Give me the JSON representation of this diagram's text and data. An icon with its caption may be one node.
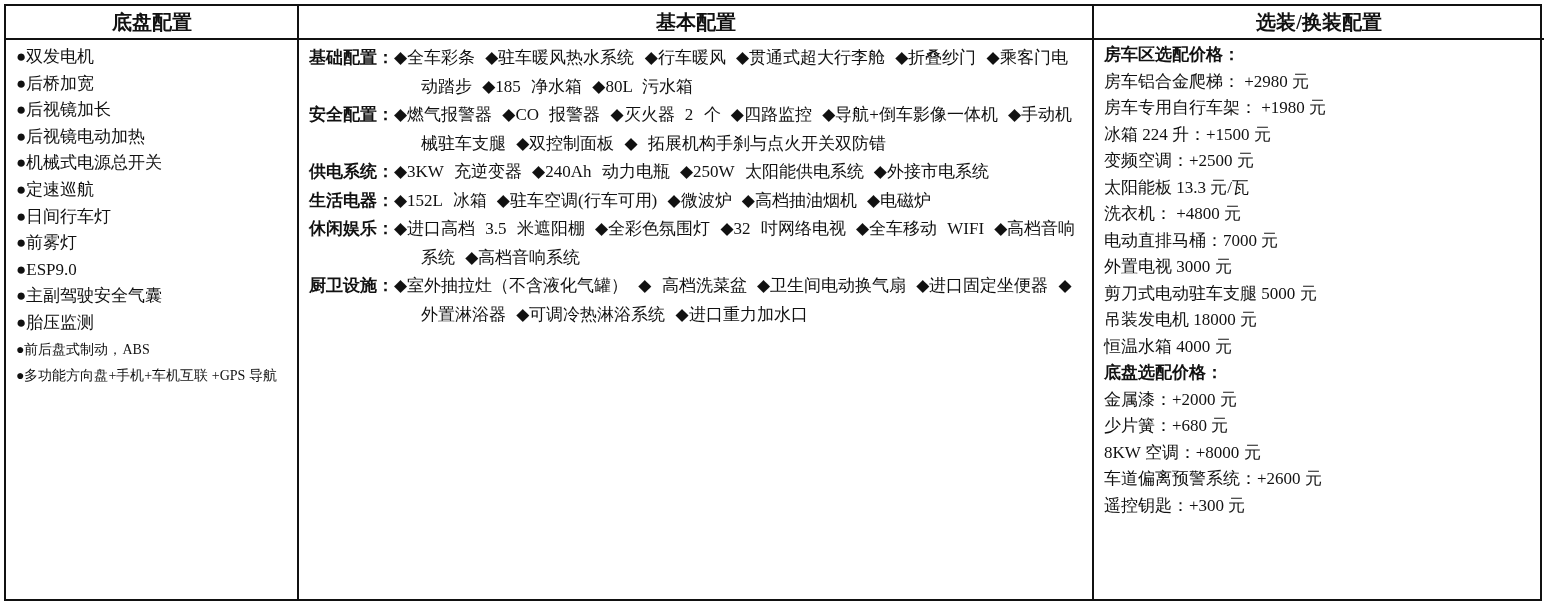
{
  "diagram": {
    "nodes": [
      {
        "text": [
          "底盘配置"
        ]
      },
      {
        "text": [
          "基本配置"
        ]
      },
      {
        "text": [
          "选装/换装配置"
        ]
      },
      {
        "text": [
          "●双发电机",
          "●后桥加宽",
          "●后视镜加长",
          "●后视镜电动加热",
          "●机械式电源总开关",
          "●定速巡航",
          "●日间行车灯",
          "●前雾灯",
          "●ESP9.0",
          "●主副驾驶安全气囊",
          "●胎压监测",
          "●前后盘式制动，ABS",
          "●多功能方向盘+手机+车机互联 +GPS 导航"
        ]
      },
      {
        "text": [
          "**基础配置：**◆全车彩条 ◆驻车暖风热水系统 ◆行车暖风 ◆贯通式超大行李舱 ◆折叠纱门 ◆乘客门电动踏步 ◆185 净水箱 ◆80L 污水箱",
          "**安全配置：**◆燃气报警器 ◆CO 报警器 ◆灭火器 2 个 ◆四路监控 ◆导航+倒车影像一体机 ◆手动机械驻车支腿 ◆双控制面板 ◆ 拓展机构手刹与点火开关双防错",
          "**供电系统：**◆3KW 充逆变器 ◆240Ah 动力电瓶 ◆250W 太阳能供电系统 ◆外接市电系统",
          "**生活电器：**◆152L 冰箱 ◆驻车空调(行车可用) ◆微波炉 ◆高档抽油烟机 ◆电磁炉",
          "**休闲娱乐：**◆进口高档 3.5 米遮阳棚 ◆全彩色氛围灯 ◆32 吋网络电视 ◆全车移动 WIFI ◆高档音响系统 ◆高档音响系统",
          "**厨卫设施：**◆室外抽拉灶（不含液化气罐） ◆ 高档洗菜盆 ◆卫生间电动换气扇 ◆进口固定坐便器 ◆外置淋浴器 ◆可调冷热淋浴系统 ◆进口重力加水口"
        ]
      },
      {
        "text": [
          "房车区选配价格：",
          "房车铝合金爬梯： +2980 元",
          "房车专用自行车架： +1980 元",
          "冰箱 224 升：+1500 元",
          "变频空调：+2500 元",
          "太阳能板 13.3 元/瓦",
          "洗衣机： +4800 元",
          "电动直排马桶：7000 元",
          "外置电视 3000 元",
          "剪刀式电动驻车支腿 5000 元",
          "吊装发电机 18000 元",
          "恒温水箱 4000 元",
          "底盘选配价格：",
          "金属漆：+2000 元",
          "少片簧：+680 元",
          "8KW 空调：+8000 元",
          "车道偏离预警系统：+2600 元",
          "遥控钥匙：+300 元"
        ]
      }
    ]
  }
}
